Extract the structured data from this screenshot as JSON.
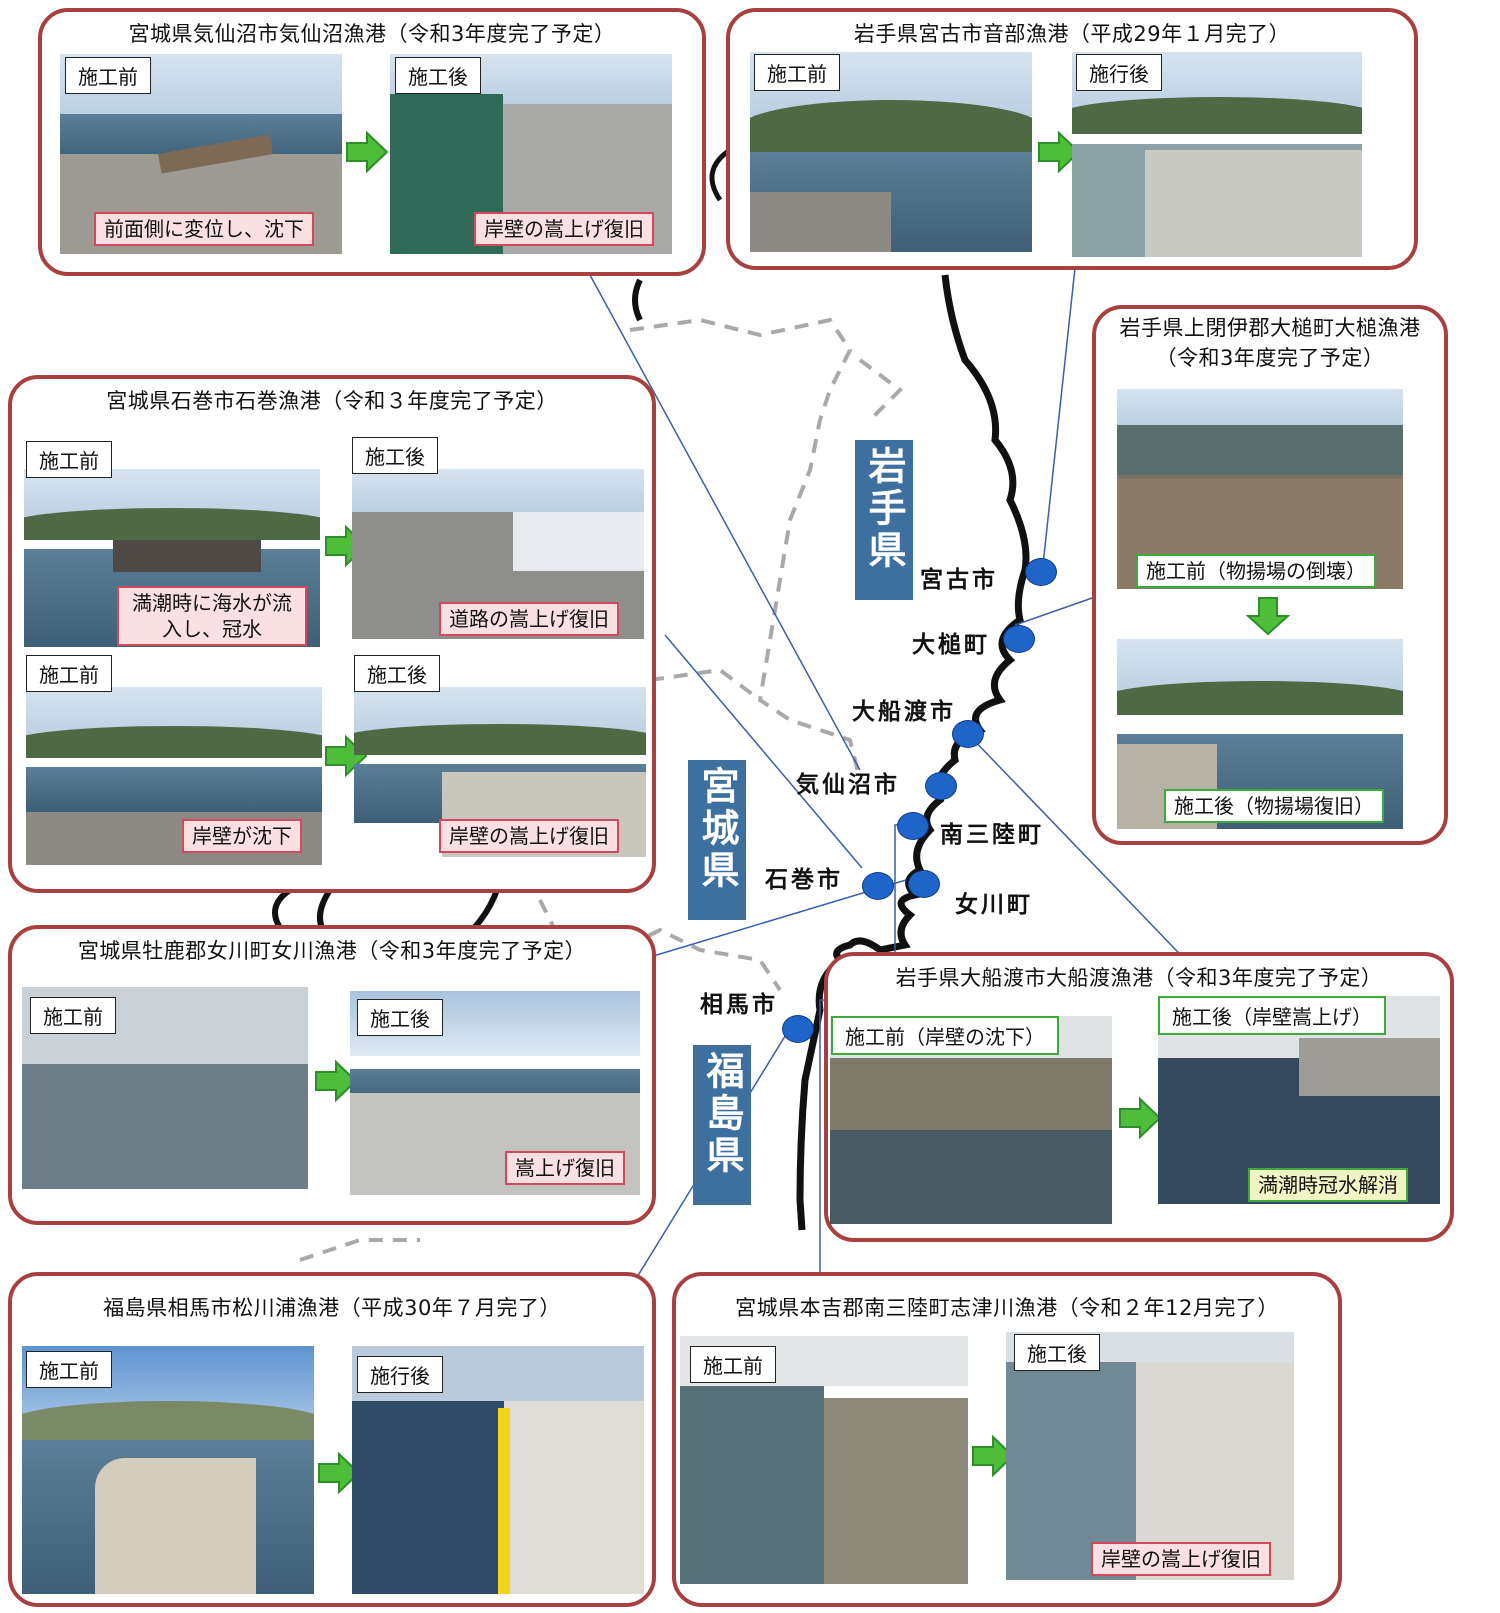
{
  "arrow_color": "#4dbd3a",
  "panel_border_color": "#a8403f",
  "prefectures": {
    "iwate": "岩手県",
    "miyagi": "宮城県",
    "fukushima": "福島県"
  },
  "cities": {
    "miyako": "宮古市",
    "otsuchi": "大槌町",
    "ofunato": "大船渡市",
    "kesennuma": "気仙沼市",
    "minamisanriku": "南三陸町",
    "ishinomaki": "石巻市",
    "onagawa": "女川町",
    "soma": "相馬市"
  },
  "panels": {
    "kesennuma": {
      "title": "宮城県気仙沼市気仙沼漁港（令和3年度完了予定）",
      "before_label": "施工前",
      "after_label": "施工後",
      "before_caption": "前面側に変位し、沈下",
      "after_caption": "岸壁の嵩上げ復旧"
    },
    "miyako": {
      "title": "岩手県宮古市音部漁港（平成29年１月完了）",
      "before_label": "施工前",
      "after_label": "施行後"
    },
    "otsuchi": {
      "title": "岩手県上閉伊郡大槌町大槌漁港（令和3年度完了予定）",
      "before_caption": "施工前（物揚場の倒壊）",
      "after_caption": "施工後（物揚場復旧）"
    },
    "ishinomaki": {
      "title": "宮城県石巻市石巻漁港（令和３年度完了予定）",
      "before1_label": "施工前",
      "after1_label": "施工後",
      "before1_caption": "満潮時に海水が流入し、冠水",
      "after1_caption": "道路の嵩上げ復旧",
      "before2_label": "施工前",
      "after2_label": "施工後",
      "before2_caption": "岸壁が沈下",
      "after2_caption": "岸壁の嵩上げ復旧"
    },
    "onagawa": {
      "title": "宮城県牡鹿郡女川町女川漁港（令和3年度完了予定）",
      "before_label": "施工前",
      "after_label": "施工後",
      "after_caption": "嵩上げ復旧"
    },
    "ofunato": {
      "title": "岩手県大船渡市大船渡漁港（令和3年度完了予定）",
      "before_label": "施工前（岸壁の沈下）",
      "after_label": "施工後（岸壁嵩上げ）",
      "after_caption": "満潮時冠水解消"
    },
    "soma": {
      "title": "福島県相馬市松川浦漁港（平成30年７月完了）",
      "before_label": "施工前",
      "after_label": "施行後"
    },
    "minamisanriku": {
      "title": "宮城県本吉郡南三陸町志津川漁港（令和２年12月完了）",
      "before_label": "施工前",
      "after_label": "施工後",
      "after_caption": "岸壁の嵩上げ復旧"
    }
  }
}
